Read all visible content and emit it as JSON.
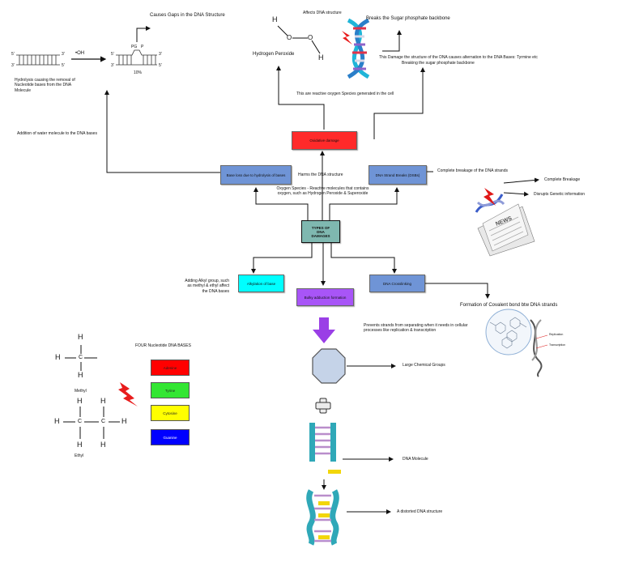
{
  "hydrolysis": {
    "oh_label": "•OH",
    "strand_5_top": "5'",
    "strand_3_top": "3'",
    "strand_3_bottom": "3'",
    "strand_5_bottom": "5'",
    "pg_label": "PG",
    "p_label": "P",
    "after_5_top": "5'",
    "after_3_top": "3'",
    "after_3_bottom": "3'",
    "after_5_bottom": "5'",
    "percent": "10%",
    "gaps_caption": "Causes Gaps in the DNA Structure",
    "description": "Hydrolysis causing the removal of Nucleotide bases from the DNA Molecule",
    "water_caption": "Addition of water molecule to the DNA bases"
  },
  "peroxide": {
    "h1": "H",
    "o1": "O",
    "o2": "O",
    "h2": "H",
    "label": "Hydrogen Peroxide",
    "affects": "Affects DNA structure",
    "breaks": "Breaks the Sugar phosphate backbone",
    "damage_text_1": "This Damage the structure of the DNA causes alternation to the DNA Bases: Tyrmine etc",
    "damage_text_2": "Breaking the sugar phosphate backbone",
    "ros": "This are reactive oxygen Species generated in the cell"
  },
  "nodes": {
    "oxidative": "Oxidative damage",
    "base_loss": "Base loss due to hydrolysis of bases",
    "harm": "Harms the DNA structure",
    "dsb": "DNA Strand Breaks (DSBs)",
    "oxygen_species": "Oxygen Species - Reactive molecules that contains oxygen, such as Hydrogen Peroxide & Superoxide",
    "types_line1": "TYPES OF",
    "types_line2": "DNA",
    "types_line3": "DAMAGES",
    "alkylation": "Alkylation of base",
    "alkyl_note": "Adding Alkyl group, such as methyl & ethyl affect the DNA bases",
    "bulky": "Bulky adduction formation",
    "crosslinking": "DNA Crosslinking"
  },
  "dsb_branch": {
    "complete_breakage": "Complete breakage of the DNA strands",
    "complete": "Complete Breakage",
    "disrupts": "Disrupts Genetic information",
    "news": "NEWS"
  },
  "crosslink": {
    "formation": "Formation of Covalent bond btw DNA strands",
    "prevents": "Prevents strands from separating when it needs in cellular processes like replication & transcription",
    "replication": "Replication",
    "transcription": "Transcription"
  },
  "bulky_branch": {
    "large_groups": "Large Chemical Groups",
    "plus": "+",
    "dna_molecule": "DNA Molecule",
    "distorted": "A distorted DNA structure"
  },
  "molecules": {
    "methyl_h_top": "H",
    "methyl_h_left": "H",
    "methyl_c": "C",
    "methyl_h_bottom": "H",
    "methyl_label": "Methyl",
    "ethyl_h1": "H",
    "ethyl_h2": "H",
    "ethyl_h_left": "H",
    "ethyl_c1": "C",
    "ethyl_c2": "C",
    "ethyl_h_right": "H",
    "ethyl_h3": "H",
    "ethyl_h4": "H",
    "ethyl_label": "Ethyl"
  },
  "bases": {
    "title": "FOUR Nucleotide DNA BASES",
    "items": [
      {
        "label": "Adenine",
        "color": "#ff0000"
      },
      {
        "label": "Tyrine",
        "color": "#33e633"
      },
      {
        "label": "Cytosine",
        "color": "#ffff00"
      },
      {
        "label": "Guanine",
        "color": "#0000ff"
      }
    ]
  },
  "colors": {
    "oxidative": "#ff2a2a",
    "blue_box": "#6f94d6",
    "cyan_box": "#00ffff",
    "purple_box": "#a855f7",
    "center_box": "#7fb8b0",
    "purple_arrow": "#9a3fe6"
  }
}
